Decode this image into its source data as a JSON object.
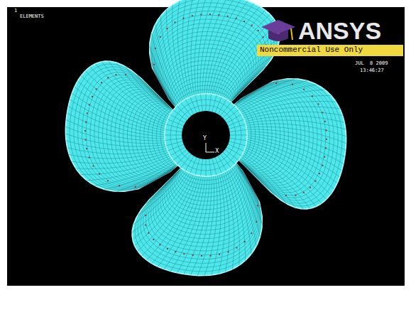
{
  "diagram": {
    "labels": [
      "1",
      "ELEMENTS",
      "ANSYS",
      "Noncommercial Use Only",
      "JUL  8 2009",
      "13:46:27",
      "Y",
      "X"
    ]
  }
}
